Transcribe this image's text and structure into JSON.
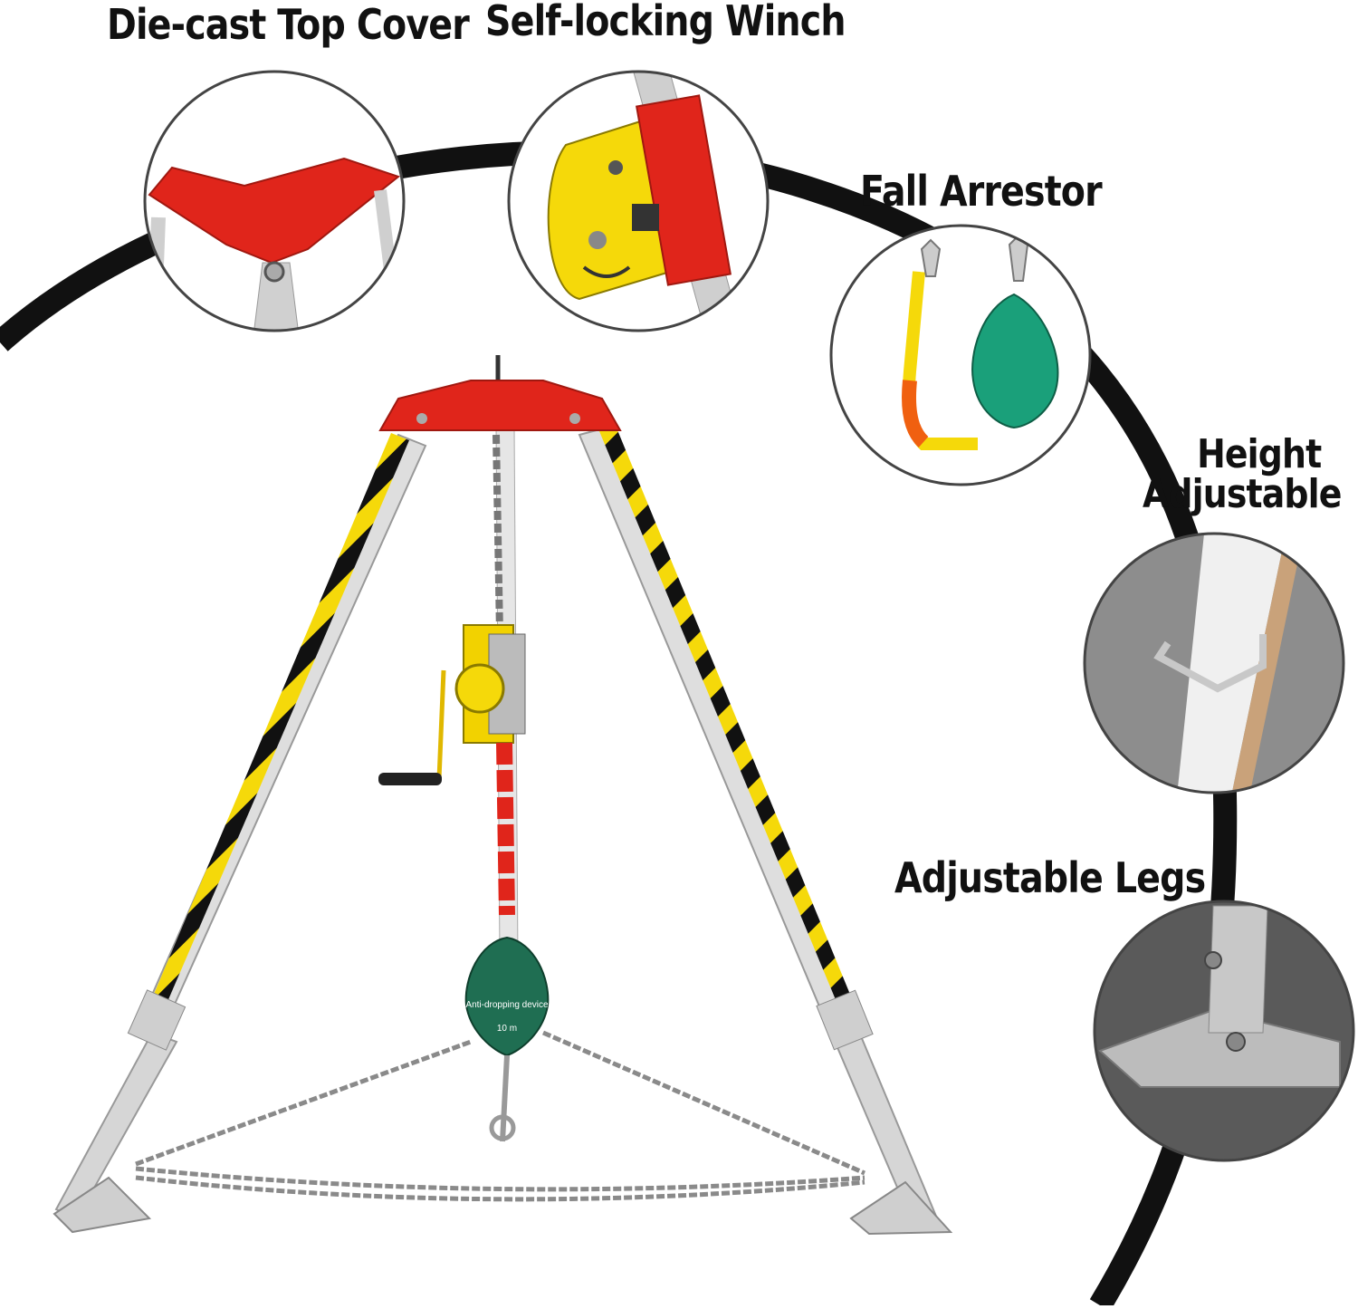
{
  "callouts": {
    "top_cover": "Die-cast Top Cover",
    "winch": "Self-locking Winch",
    "fall_arrestor": "Fall Arrestor",
    "height_line1": "Height",
    "height_line2": "Adjustable",
    "legs": "Adjustable Legs"
  },
  "device_label": {
    "line1": "Anti-dropping device",
    "line2": "10 m"
  },
  "colors": {
    "red": "#e0251b",
    "yellow": "#f5d90a",
    "black": "#111111",
    "aluminum": "#dcdcdc",
    "green": "#1f8a6a"
  }
}
